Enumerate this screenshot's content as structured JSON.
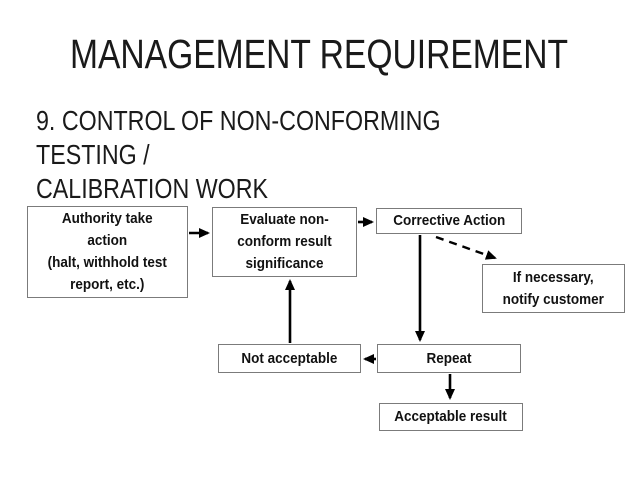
{
  "slide": {
    "title": "MANAGEMENT REQUIREMENT",
    "subtitle": "9. CONTROL OF NON-CONFORMING TESTING /\nCALIBRATION WORK"
  },
  "diagram": {
    "nodes": {
      "authority": {
        "label": "Authority take\naction\n(halt, withhold test\nreport, etc.)"
      },
      "evaluate": {
        "label": "Evaluate non-\nconform result\nsignificance"
      },
      "corrective": {
        "label": "Corrective Action"
      },
      "notify": {
        "label": "If necessary,\nnotify customer"
      },
      "not_acceptable": {
        "label": "Not acceptable"
      },
      "repeat": {
        "label": "Repeat"
      },
      "acceptable": {
        "label": "Acceptable result"
      }
    },
    "edges": [
      {
        "from": "authority",
        "to": "evaluate",
        "style": "solid"
      },
      {
        "from": "evaluate",
        "to": "corrective",
        "style": "solid"
      },
      {
        "from": "corrective",
        "to": "notify",
        "style": "dashed"
      },
      {
        "from": "corrective",
        "to": "repeat",
        "style": "solid"
      },
      {
        "from": "not_acceptable",
        "to": "evaluate",
        "style": "solid"
      },
      {
        "from": "repeat",
        "to": "not_acceptable",
        "style": "solid"
      },
      {
        "from": "repeat",
        "to": "acceptable",
        "style": "solid"
      }
    ],
    "colors": {
      "background": "#ffffff",
      "box_border": "#7b7b7b",
      "text": "#111111",
      "arrow": "#000000"
    }
  }
}
